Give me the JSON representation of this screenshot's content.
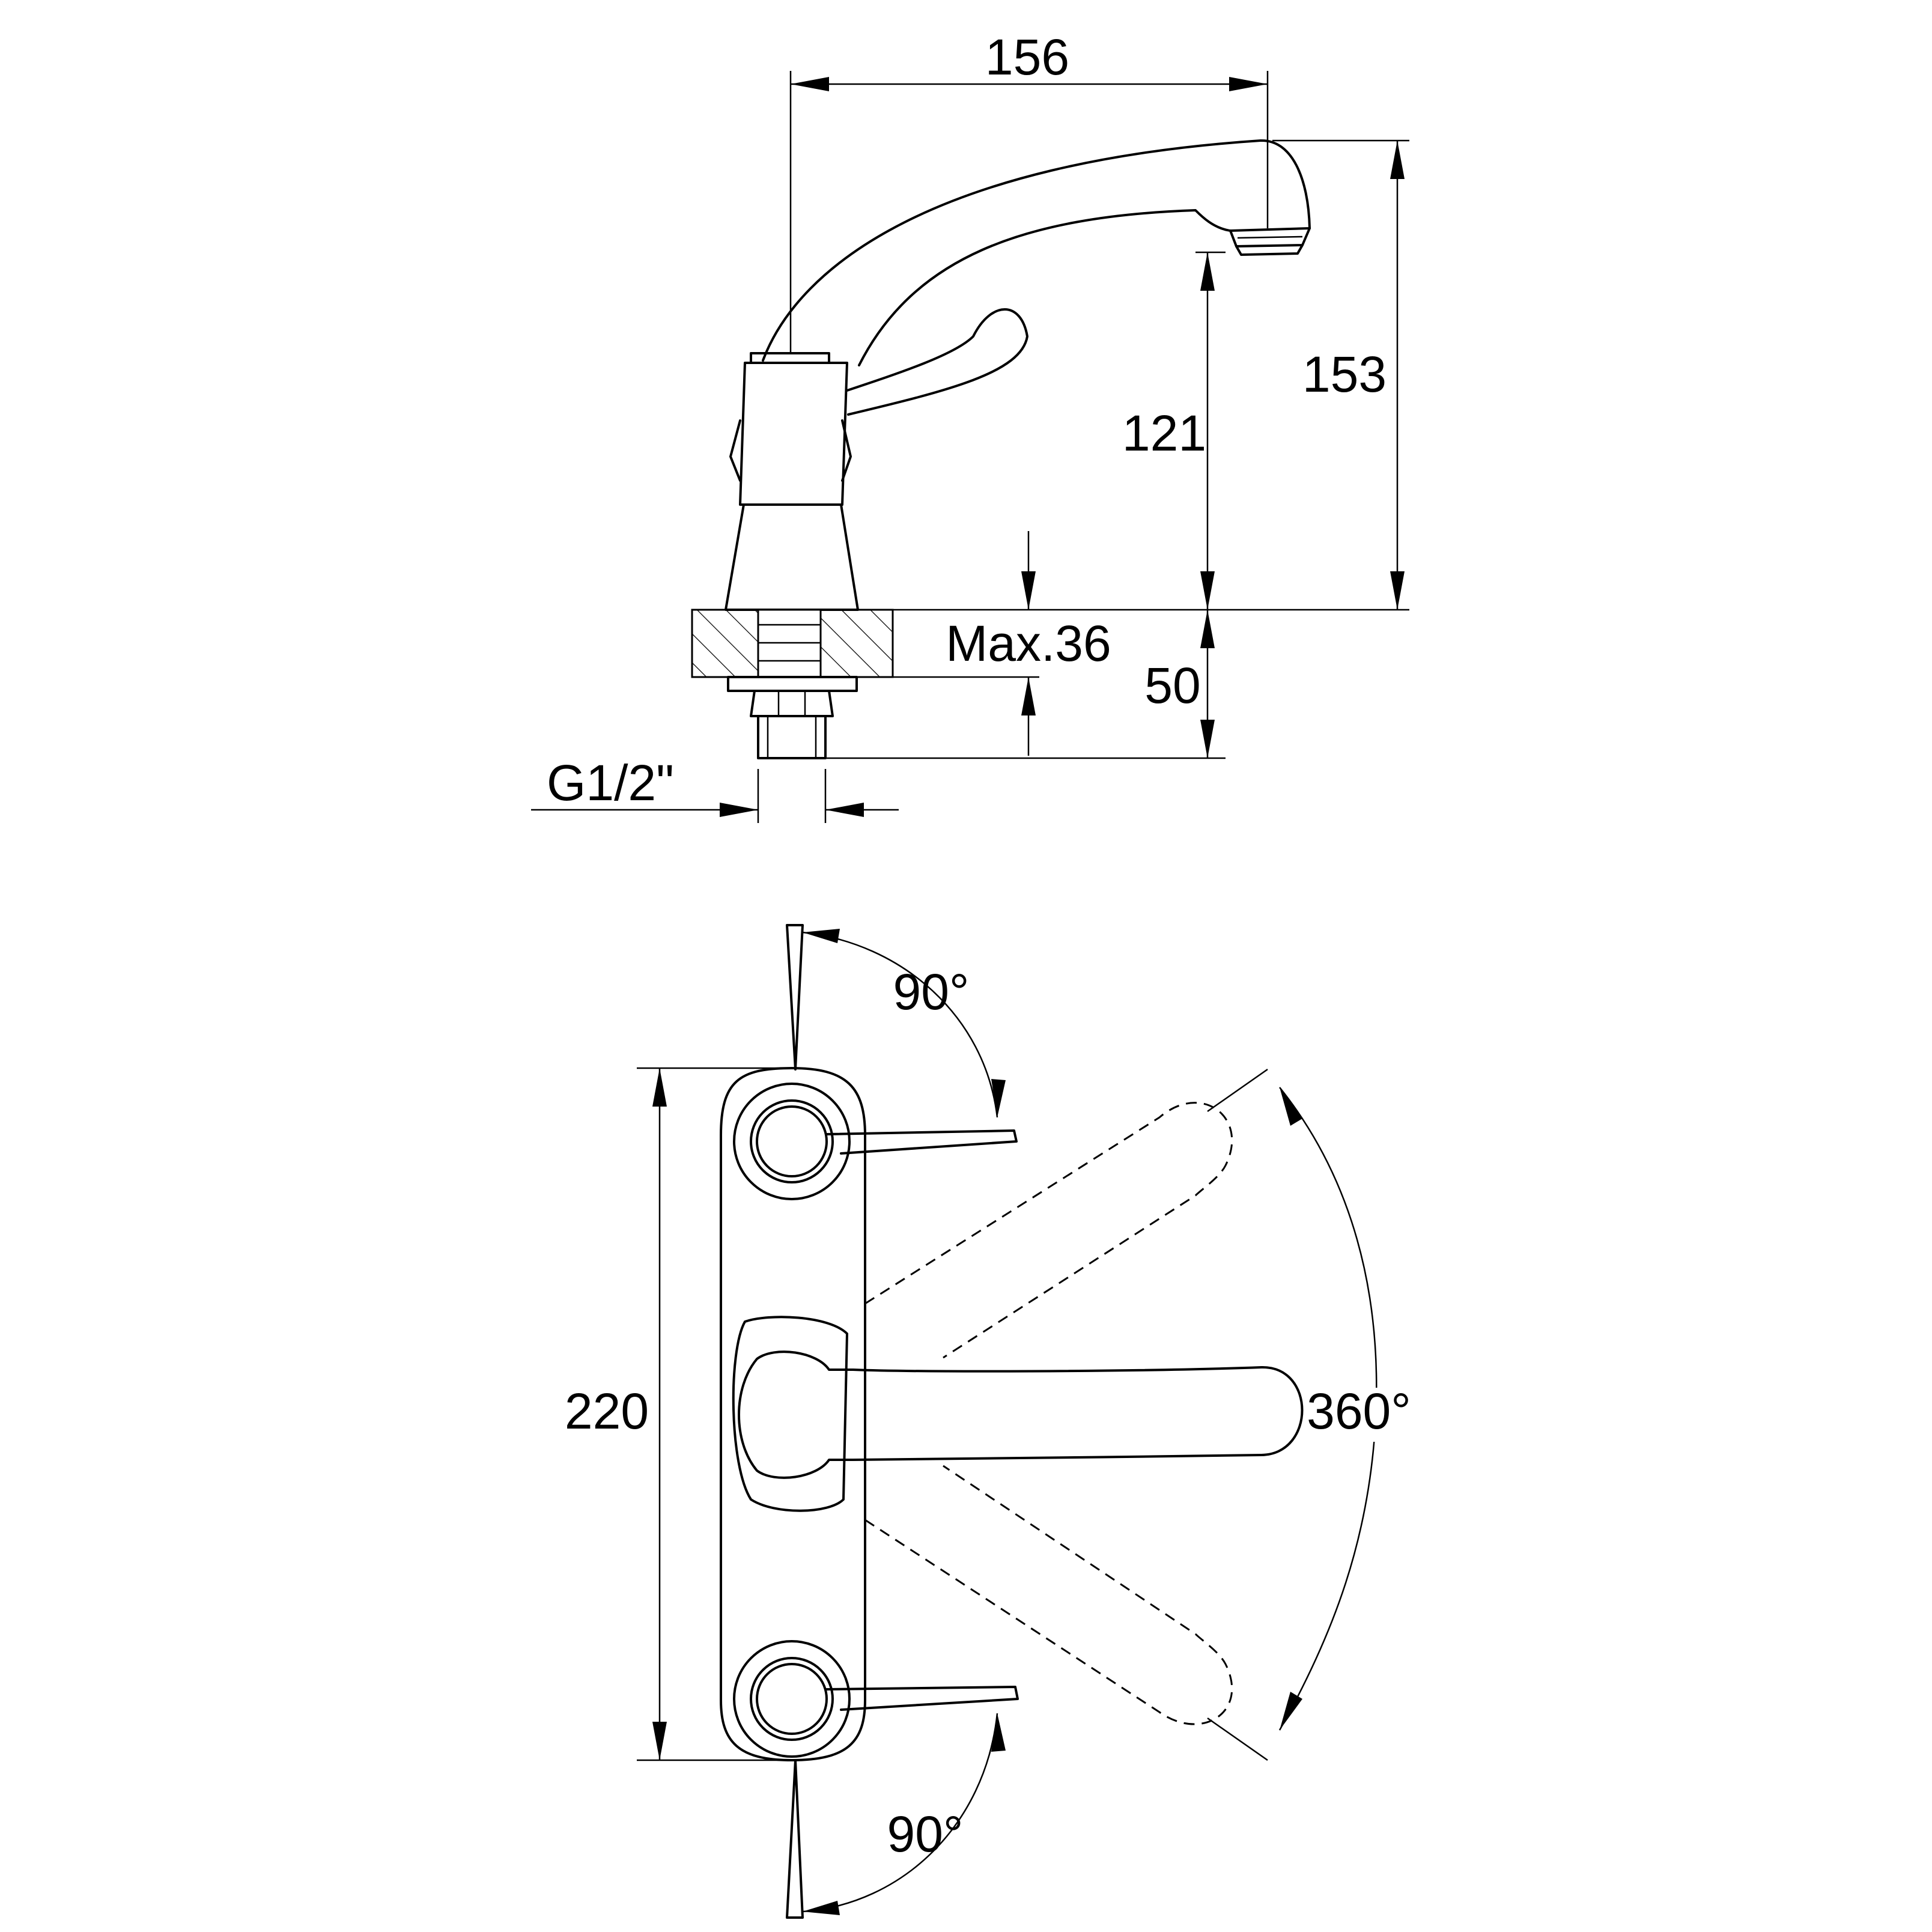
{
  "side_view": {
    "dim_width": "156",
    "dim_height_total": "153",
    "dim_height_spout": "121",
    "dim_max_thickness": "Max.36",
    "dim_shank": "50",
    "dim_thread": "G1/2\""
  },
  "top_view": {
    "dim_length": "220",
    "angle_top": "90°",
    "angle_bottom": "90°",
    "angle_rotation": "360°"
  }
}
